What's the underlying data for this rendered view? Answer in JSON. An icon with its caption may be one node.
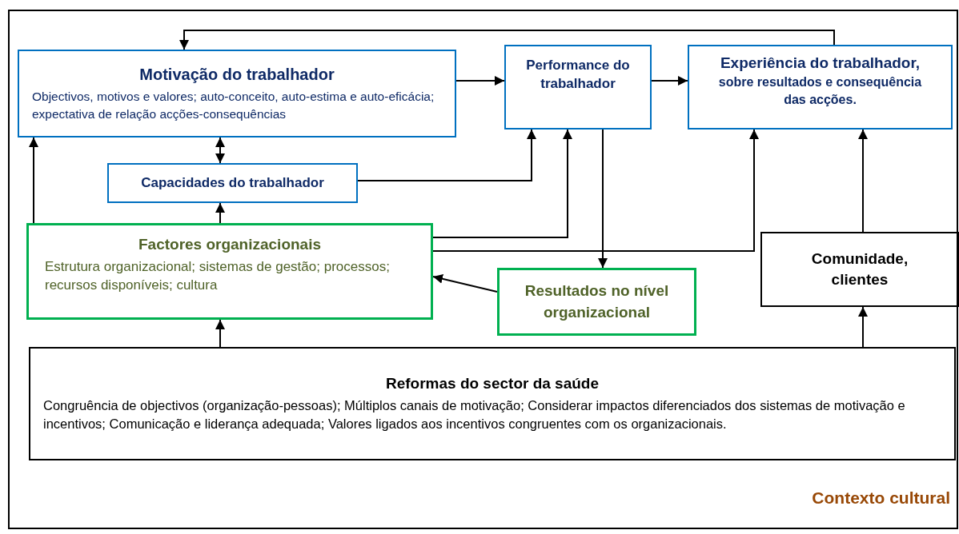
{
  "diagram": {
    "nodes": [
      {
        "text": [
          "Contexto cultural"
        ]
      },
      {
        "text": [
          "Motivação do trabalhador",
          "Objectivos, motivos e valores; auto-conceito, auto-estima e auto-eficácia; expectativa de relação acções-consequências"
        ],
        "in": 0
      },
      {
        "text": [
          "Performance do trabalhador"
        ],
        "in": 0
      },
      {
        "text": [
          "Experiência do trabalhador,",
          "sobre resultados e consequência das acções."
        ],
        "in": 0
      },
      {
        "text": [
          "Capacidades do trabalhador"
        ],
        "in": 0
      },
      {
        "text": [
          "Factores organizacionais",
          "Estrutura organizacional; sistemas de gestão; processos; recursos disponíveis; cultura"
        ],
        "in": 0
      },
      {
        "text": [
          "Resultados no nível organizacional"
        ],
        "in": 0
      },
      {
        "text": [
          "Comunidade, clientes"
        ],
        "in": 0
      },
      {
        "text": [
          "Reformas do sector da saúde",
          "Congruência de objectivos (organização-pessoas); Múltiplos canais de motivação; Considerar impactos diferenciados dos sistemas de motivação e incentivos; Comunicação e liderança adequada; Valores ligados aos incentivos congruentes com os organizacionais."
        ],
        "in": 0
      }
    ],
    "edges": [
      {
        "from": 3,
        "to": 1,
        "arrow": "to"
      },
      {
        "from": 1,
        "to": 2,
        "arrow": "to"
      },
      {
        "from": 2,
        "to": 3,
        "arrow": "to"
      },
      {
        "from": 1,
        "to": 4,
        "arrow": "both"
      },
      {
        "from": 5,
        "to": 1,
        "arrow": "to"
      },
      {
        "from": 5,
        "to": 4,
        "arrow": "to"
      },
      {
        "from": 4,
        "to": 2,
        "arrow": "to"
      },
      {
        "from": 5,
        "to": 2,
        "arrow": "to"
      },
      {
        "from": 5,
        "to": 3,
        "arrow": "to"
      },
      {
        "from": 2,
        "to": 6,
        "arrow": "to"
      },
      {
        "from": 6,
        "to": 5,
        "arrow": "to"
      },
      {
        "from": 8,
        "to": 5,
        "arrow": "to"
      },
      {
        "from": 8,
        "to": 7,
        "arrow": "to"
      },
      {
        "from": 7,
        "to": 3,
        "arrow": "to"
      }
    ]
  }
}
